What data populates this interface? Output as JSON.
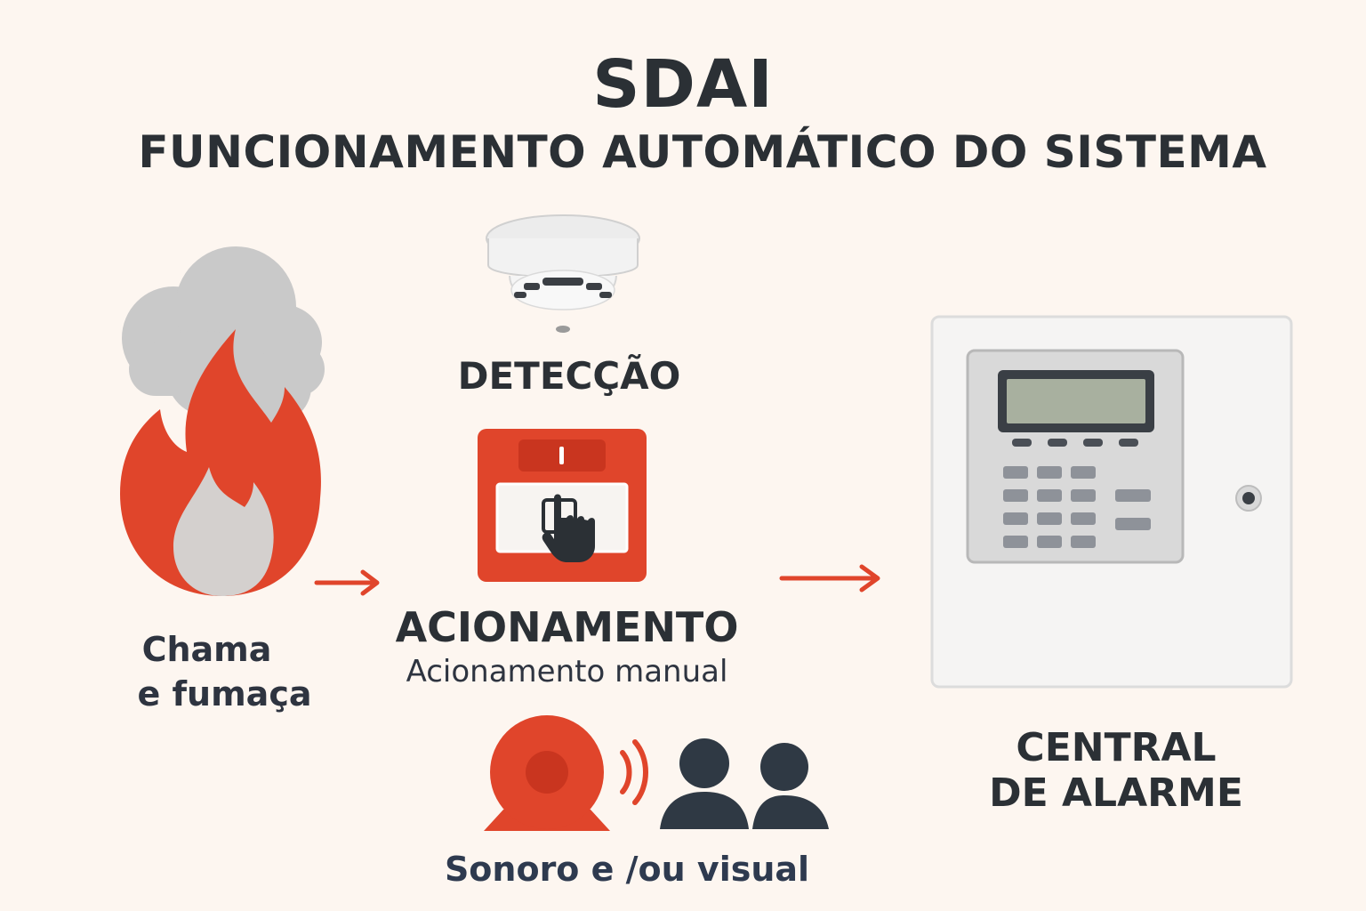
{
  "header": {
    "title": "SDAI",
    "subtitle": "FUNCIONAMENTO AUTOMÁTICO DO SISTEMA"
  },
  "source": {
    "label_line1": "Chama",
    "label_line2": "e fumaça",
    "icon": "fire-smoke-icon"
  },
  "detection": {
    "label": "DETECÇÃO",
    "icon": "smoke-detector-icon"
  },
  "activation": {
    "label": "ACIONAMENTO",
    "sublabel": "Acionamento manual",
    "icon": "manual-call-point-icon"
  },
  "alert": {
    "label": "Sonoro e /ou visual",
    "icons": [
      "siren-icon",
      "people-icon"
    ]
  },
  "central": {
    "label_line1": "CENTRAL",
    "label_line2": "DE ALARME",
    "icon": "alarm-panel-icon"
  },
  "colors": {
    "background": "#fdf6f0",
    "accent_red": "#e0452b",
    "text_dark": "#2b3035",
    "smoke_gray": "#c9c9c9"
  }
}
